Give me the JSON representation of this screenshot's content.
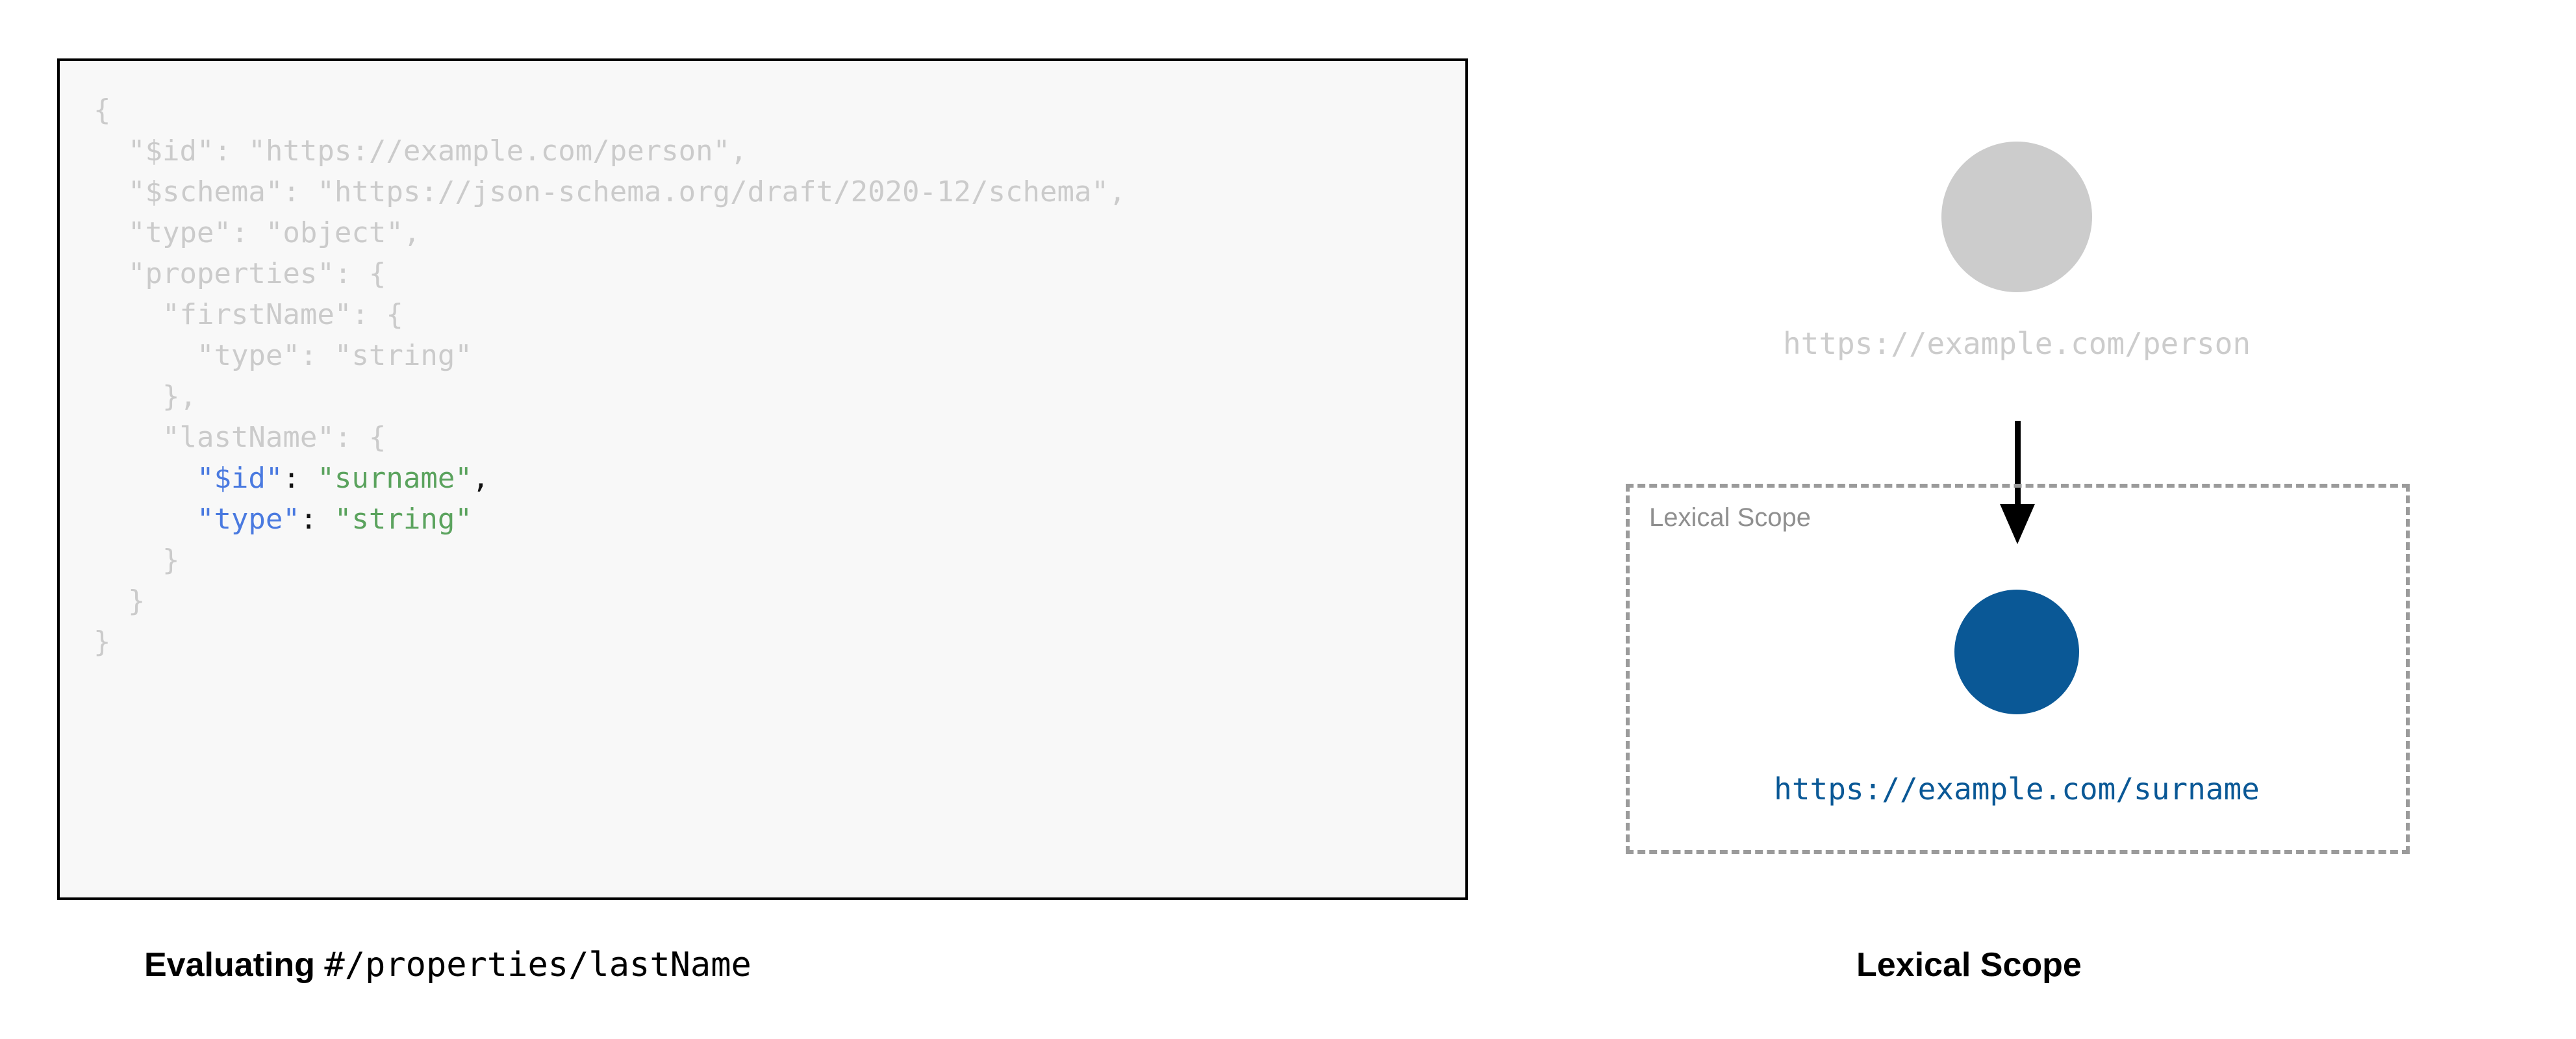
{
  "code_panel": {
    "language": "json",
    "lines": [
      {
        "state": "dim",
        "indent": 0,
        "tokens": [
          {
            "type": "punc",
            "text": "{"
          }
        ]
      },
      {
        "state": "dim",
        "indent": 1,
        "tokens": [
          {
            "type": "key",
            "text": "\"$id\""
          },
          {
            "type": "punc",
            "text": ": "
          },
          {
            "type": "str",
            "text": "\"https://example.com/person\""
          },
          {
            "type": "punc",
            "text": ","
          }
        ]
      },
      {
        "state": "dim",
        "indent": 1,
        "tokens": [
          {
            "type": "key",
            "text": "\"$schema\""
          },
          {
            "type": "punc",
            "text": ": "
          },
          {
            "type": "str",
            "text": "\"https://json-schema.org/draft/2020-12/schema\""
          },
          {
            "type": "punc",
            "text": ","
          }
        ]
      },
      {
        "state": "dim",
        "indent": 1,
        "tokens": [
          {
            "type": "key",
            "text": "\"type\""
          },
          {
            "type": "punc",
            "text": ": "
          },
          {
            "type": "str",
            "text": "\"object\""
          },
          {
            "type": "punc",
            "text": ","
          }
        ]
      },
      {
        "state": "dim",
        "indent": 1,
        "tokens": [
          {
            "type": "key",
            "text": "\"properties\""
          },
          {
            "type": "punc",
            "text": ": {"
          }
        ]
      },
      {
        "state": "dim",
        "indent": 2,
        "tokens": [
          {
            "type": "key",
            "text": "\"firstName\""
          },
          {
            "type": "punc",
            "text": ": {"
          }
        ]
      },
      {
        "state": "dim",
        "indent": 3,
        "tokens": [
          {
            "type": "key",
            "text": "\"type\""
          },
          {
            "type": "punc",
            "text": ": "
          },
          {
            "type": "str",
            "text": "\"string\""
          }
        ]
      },
      {
        "state": "dim",
        "indent": 2,
        "tokens": [
          {
            "type": "punc",
            "text": "},"
          }
        ]
      },
      {
        "state": "dim",
        "indent": 2,
        "tokens": [
          {
            "type": "key",
            "text": "\"lastName\""
          },
          {
            "type": "punc",
            "text": ": {"
          }
        ]
      },
      {
        "state": "lit",
        "indent": 3,
        "tokens": [
          {
            "type": "key",
            "text": "\"$id\""
          },
          {
            "type": "punc",
            "text": ": "
          },
          {
            "type": "str",
            "text": "\"surname\""
          },
          {
            "type": "punc",
            "text": ","
          }
        ]
      },
      {
        "state": "lit",
        "indent": 3,
        "tokens": [
          {
            "type": "key",
            "text": "\"type\""
          },
          {
            "type": "punc",
            "text": ": "
          },
          {
            "type": "str",
            "text": "\"string\""
          }
        ]
      },
      {
        "state": "dim",
        "indent": 2,
        "tokens": [
          {
            "type": "punc",
            "text": "}"
          }
        ]
      },
      {
        "state": "dim",
        "indent": 1,
        "tokens": [
          {
            "type": "punc",
            "text": "}"
          }
        ]
      },
      {
        "state": "dim",
        "indent": 0,
        "tokens": [
          {
            "type": "punc",
            "text": "}"
          }
        ]
      }
    ]
  },
  "captions": {
    "left_strong": "Evaluating ",
    "left_mono": "#/properties/lastName",
    "right_strong": "Lexical Scope"
  },
  "diagram": {
    "scope_box_label": "Lexical Scope",
    "outer_node_label": "https://example.com/person",
    "inner_node_label": "https://example.com/surname",
    "arrow_direction": "down"
  },
  "colors": {
    "code_background": "#f8f8f8",
    "code_border": "#000000",
    "dimmed_text": "#cbcbcb",
    "json_key": "#4a7ae0",
    "json_string": "#5ba35e",
    "json_punctuation": "#111111",
    "outer_node_fill": "#cccccc",
    "inner_node_fill": "#0a5896",
    "scope_border": "#9b9b9b",
    "scope_label": "#8f8f8f",
    "arrow": "#000000",
    "page_background": "#ffffff"
  }
}
